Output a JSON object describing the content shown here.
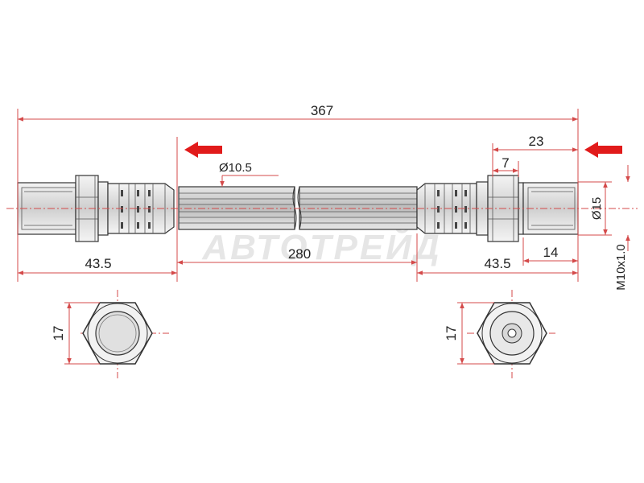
{
  "dimensions": {
    "overall_length": "367",
    "hose_length": "280",
    "left_fitting_length": "43.5",
    "right_fitting_length": "43.5",
    "right_end_length": "23",
    "right_nut_width": "7",
    "right_thread_length": "14",
    "hose_diameter": "Ø10.5",
    "fitting_diameter": "Ø15",
    "thread_spec": "M10x1.0",
    "left_hex_size": "17",
    "right_hex_size": "17"
  },
  "watermark": "АВТОТРЕЙД",
  "colors": {
    "dimension_lines": "#d44a4a",
    "arrows": "#e11b1b",
    "outline": "#333333"
  },
  "icons": {
    "left_arrow": "left-arrow-icon",
    "right_arrow": "left-arrow-icon"
  }
}
